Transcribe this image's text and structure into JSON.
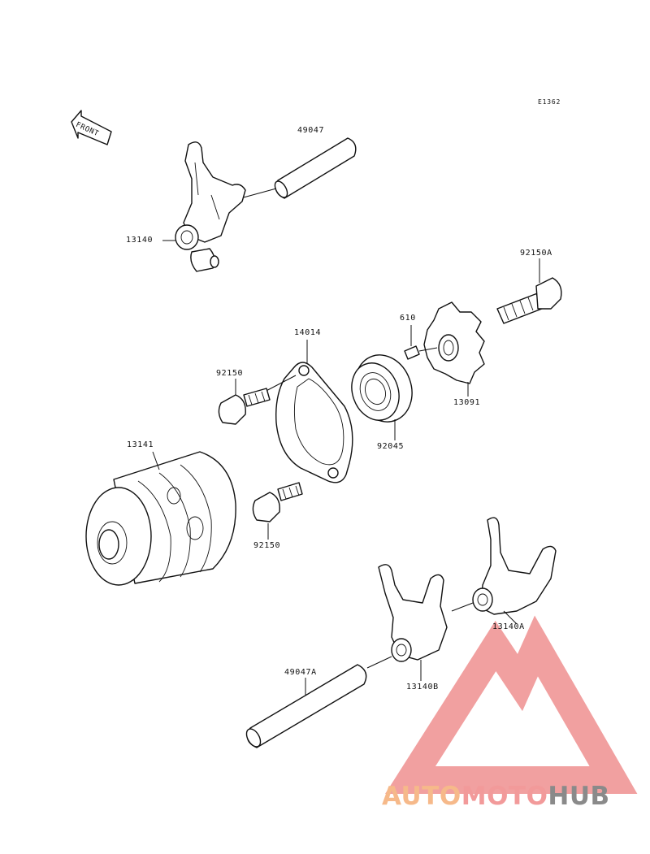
{
  "diagram": {
    "code": "E1362",
    "front_label": "FRONT",
    "labels": [
      {
        "id": "49047",
        "text": "49047"
      },
      {
        "id": "13140",
        "text": "13140"
      },
      {
        "id": "92150A",
        "text": "92150A"
      },
      {
        "id": "610",
        "text": "610"
      },
      {
        "id": "14014",
        "text": "14014"
      },
      {
        "id": "92150_top",
        "text": "92150"
      },
      {
        "id": "13091",
        "text": "13091"
      },
      {
        "id": "13141",
        "text": "13141"
      },
      {
        "id": "92045",
        "text": "92045"
      },
      {
        "id": "92150_bottom",
        "text": "92150"
      },
      {
        "id": "13140A",
        "text": "13140A"
      },
      {
        "id": "49047A",
        "text": "49047A"
      },
      {
        "id": "13140B",
        "text": "13140B"
      }
    ]
  },
  "watermark": {
    "part1": "AUTO",
    "part2": "MOTO",
    "part3": "HUB",
    "colors": {
      "part1": "#f6b98a",
      "part2": "#f29a9a",
      "part3": "#8a8a8a",
      "logo": "#ef8f8f"
    }
  }
}
